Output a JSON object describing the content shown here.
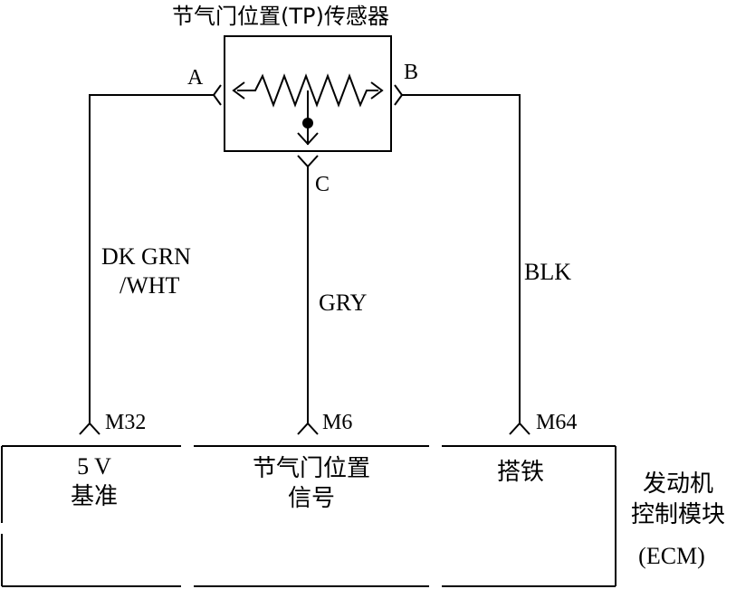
{
  "sensor": {
    "title": "节气门位置(TP)传感器",
    "pin_a": "A",
    "pin_b": "B",
    "pin_c": "C"
  },
  "wires": {
    "a": {
      "color_line1": "DK GRN",
      "color_line2": "/WHT"
    },
    "c": {
      "color": "GRY"
    },
    "b": {
      "color": "BLK"
    }
  },
  "ecm": {
    "pins": {
      "m32": "M32",
      "m6": "M6",
      "m64": "M64"
    },
    "ref_5v_line1": "5 V",
    "ref_5v_line2": "基准",
    "tp_signal_line1": "节气门位置",
    "tp_signal_line2": "信号",
    "ground": "搭铁",
    "name_line1": "发动机",
    "name_line2": "控制模块",
    "abbr": "(ECM)"
  }
}
